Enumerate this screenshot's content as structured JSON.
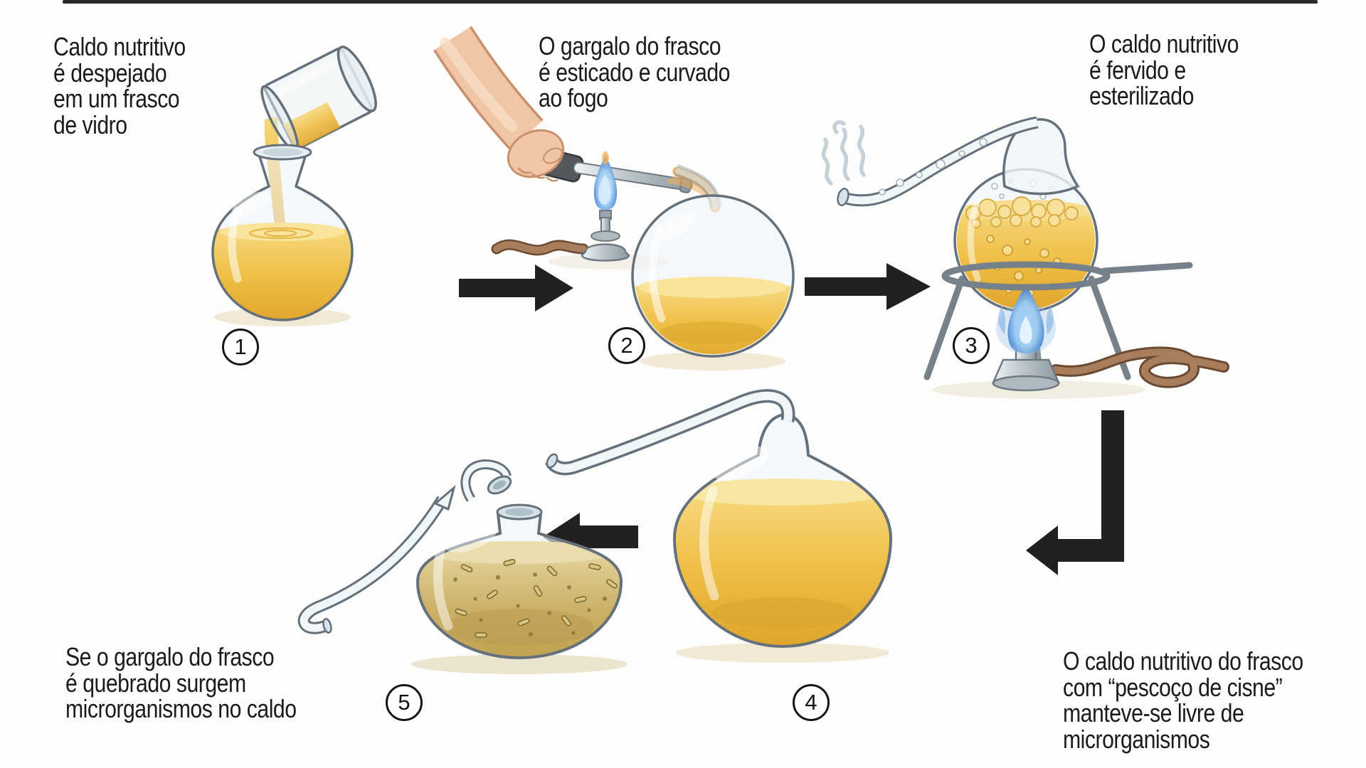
{
  "steps": [
    {
      "number": "1",
      "label": "Caldo nutritivo\né despejado\nem um frasco\nde vidro"
    },
    {
      "number": "2",
      "label": "O gargalo do frasco\né esticado e curvado\nao fogo"
    },
    {
      "number": "3",
      "label": "O caldo nutritivo\né fervido e\nesterilizado"
    },
    {
      "number": "4",
      "label": "O caldo nutritivo do frasco\ncom “pescoço de cisne”\nmanteve-se livre de\nmicrorganismos"
    },
    {
      "number": "5",
      "label": "Se o gargalo do frasco\né quebrado surgem\nmicrorganismos no caldo"
    }
  ],
  "arrows": [
    {
      "from": "1",
      "to": "2",
      "direction": "right"
    },
    {
      "from": "2",
      "to": "3",
      "direction": "right"
    },
    {
      "from": "3",
      "to": "4",
      "direction": "down-then-left"
    },
    {
      "from": "4",
      "to": "5",
      "direction": "left"
    }
  ],
  "illustration_parts": {
    "step1": [
      "beaker-pouring-broth",
      "round-flask-with-broth"
    ],
    "step2": [
      "hand-holding-neck",
      "burner-blue-flame",
      "gas-hose",
      "heated-glowing-neck",
      "round-flask-with-broth"
    ],
    "step3": [
      "steam-wisps",
      "swan-neck-tube",
      "boiling-flask-with-foam",
      "tripod-stand",
      "bunsen-burner",
      "coiled-gas-hose"
    ],
    "step4": [
      "swan-neck-flask-sterile-broth"
    ],
    "step5": [
      "broken-neck-tube",
      "broken-neck-piece",
      "flask-contaminated-broth-with-microbes"
    ]
  },
  "palette": {
    "background": "#fdfdfc",
    "text": "#1b1b1b",
    "arrow": "#232021",
    "broth_yellow": "#efbf45",
    "broth_contaminated": "#cbb065",
    "glass_outline": "#64717c",
    "flame_blue": "#3f7fd0",
    "hose_brown": "#a87e5c",
    "metal_gray": "#9aa5ad",
    "skin": "#f1c6a7"
  }
}
